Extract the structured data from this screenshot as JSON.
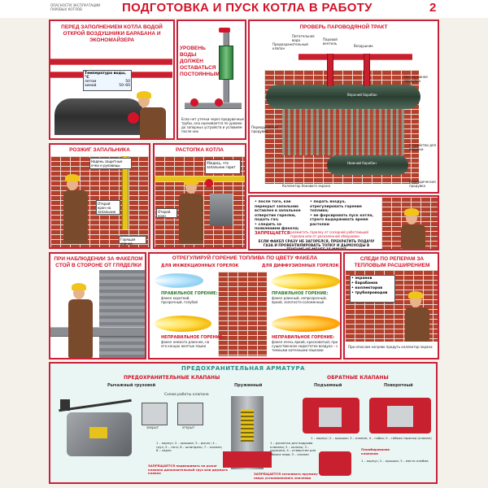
{
  "header": {
    "small_text": "ОПАСНОСТИ ЭКСПЛУАТАЦИИ ПАРОВЫХ КОТЛОВ",
    "title": "ПОДГОТОВКА И ПУСК КОТЛА В РАБОТУ",
    "sheet_number": "2"
  },
  "panel1": {
    "title": "ПЕРЕД ЗАПОЛНЕНИЕМ КОТЛА ВОДОЙ ОТКРОЙ ВОЗДУШНИКИ БАРАБАНА И ЭКОНОМАЙЗЕРА",
    "temp_table_title": "Температура воды, °С",
    "temp_rows": [
      {
        "label": "летом",
        "value": "50"
      },
      {
        "label": "зимой",
        "value": "50–60"
      }
    ]
  },
  "panel2": {
    "title": "УРОВЕНЬ ВОДЫ ДОЛЖЕН ОСТАВАТЬСЯ ПОСТОЯННЫМ",
    "note": "Если нет утечки через продувочные трубы, она оценивается по уровню до запорных устройств и условиям после них"
  },
  "panel3": {
    "title": "ПРОВЕРЬ ПАРОВОДЯНОЙ ТРАКТ",
    "labels": {
      "feed_water": "Питательная вода",
      "safety_valve": "Предохранительный клапан",
      "steam_valve": "Паровой вентиль",
      "air_vent": "Воздушник",
      "upper_drum": "Верхний барабан",
      "continuous_blowdown": "Непрерывная продувка",
      "periodic_blowdown_left": "Периодическая продувка",
      "lower_drum": "Нижний барабан",
      "side_collector": "Коллектор бокового экрана",
      "blowdown_device": "Устройство для обдувки",
      "periodic_blowdown_right": "Периодическая продувка"
    }
  },
  "panel4": {
    "title": "РОЗЖИГ ЗАПАЛЬНИКА",
    "callouts": [
      "Надень защитные очки и рукавицы",
      "Открой кран на запальник",
      "Горящая спичка"
    ]
  },
  "panel5": {
    "title": "РАСТОПКА КОТЛА",
    "callouts": [
      "Убедись, что запальник горит",
      "Открой кран"
    ]
  },
  "panel6": {
    "bullets_left": [
      "после того, как перекрыт запальник вставлен в запальное отверстие горелки, подать газ;",
      "следить за появлением факела;"
    ],
    "bullets_right": [
      "подать воздух, отрегулировать горение топлива;",
      "не форсировать пуск котла, строго выдерживать время растопки"
    ],
    "forbidden_label": "ЗАПРЕЩАЕТСЯ",
    "forbidden_text": "разжигать горелку от соседней работающей горелки или от раскаленной обмуровки",
    "warning": "ЕСЛИ ФАКЕЛ СРАЗУ НЕ ЗАГОРЕЛСЯ, ПРЕКРАТИТЬ ПОДАЧУ ГАЗА И ПРОВЕНТИЛИРОВАТЬ ТОПКУ И ДЫМОХОДЫ В ТЕЧЕНИЕ НЕ МЕНЕЕ 15 МИНУТ"
  },
  "panel7": {
    "title": "ПРИ НАБЛЮДЕНИИ ЗА ФАКЕЛОМ СТОЙ В СТОРОНЕ ОТ ГЛЯДЕЛКИ"
  },
  "panel8": {
    "title": "ОТРЕГУЛИРУЙ ГОРЕНИЕ ТОПЛИВА ПО ЦВЕТУ ФАКЕЛА",
    "left_sub": "ДЛЯ ИНЖЕКЦИОННЫХ ГОРЕЛОК",
    "right_sub": "ДЛЯ ДИФФУЗИОННЫХ ГОРЕЛОК",
    "left_ok_label": "ПРАВИЛЬНОЕ ГОРЕНИЕ:",
    "left_ok_text": "факел короткий, прозрачный, голубой",
    "left_bad_label": "НЕПРАВИЛЬНОЕ ГОРЕНИЕ:",
    "left_bad_text": "факел немного длиннее, на его концах желтые языки",
    "right_ok_label": "ПРАВИЛЬНОЕ ГОРЕНИЕ:",
    "right_ok_text": "факел длинный, непрозрачный, яркий, золотисто-соломенный",
    "right_bad_label": "НЕПРАВИЛЬНОЕ ГОРЕНИЕ:",
    "right_bad_text": "факел очень яркий, красноватый; при существенном недостатке воздуха – с темными копчеными языками"
  },
  "panel9": {
    "title": "СЛЕДИ ПО РЕПЕРАМ ЗА ТЕПЛОВЫМ РАСШИРЕНИЕМ",
    "items": [
      "экранов",
      "барабанов",
      "коллекторов",
      "трубопроводов"
    ],
    "note": "При опасном нагреве продуть коллектор экрана"
  },
  "bottom": {
    "title": "ПРЕДОХРАНИТЕЛЬНАЯ АРМАТУРА",
    "safety_valves_title": "ПРЕДОХРАНИТЕЛЬНЫЕ КЛАПАНЫ",
    "check_valves_title": "ОБРАТНЫЕ КЛАПАНЫ",
    "lever_weight": "Рычажный грузовой",
    "spring": "Пружинный",
    "lift": "Подъемный",
    "swing": "Поворотный",
    "scheme_label": "Схема работы клапана",
    "closed": "закрыт",
    "open": "открыт",
    "legend_lever": "1 – корпус; 2 – крышка; 3 – рычаг; 4 – груз; 5 – тяга; 6 – шпиндель; 7 – клапан; 8 – седло",
    "legend_spring": "1 – рукоятка для подрыва клапана; 2 – колпак; 3 – пружина; 4 – отверстие для сброса пара; 5 – клапан",
    "legend_check": "1 – корпус; 2 – крышка; 3 – клапан; 4 – гайка; 5 – гибкая тарелка (клапан)",
    "lever_forbidden": "ЗАПРЕЩАЕТСЯ подвешивать на рычаг клапана дополнительный груз или держать клапан",
    "spring_forbidden": "ЗАПРЕЩАЕТСЯ затягивать пружину сверх установленного значения",
    "note_plombs": "Пломбирование клапанов",
    "check_legend_extra": "1 – корпус; 2 – крышка; 3 – место клейма"
  }
}
